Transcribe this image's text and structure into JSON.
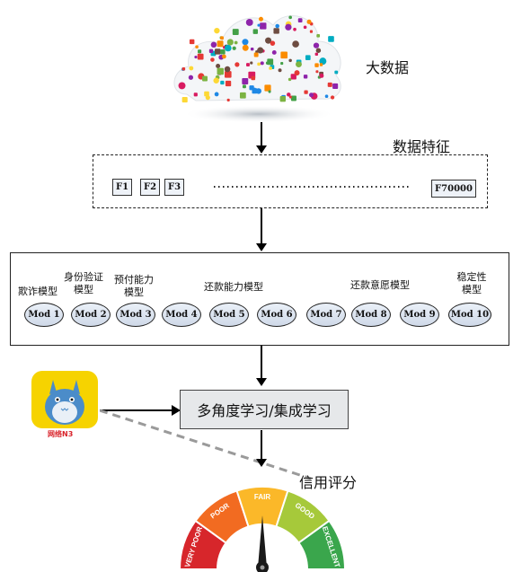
{
  "big_data_label": "大数据",
  "features": {
    "title": "数据特征",
    "items": [
      "F1",
      "F2",
      "F3"
    ],
    "last": "F70000"
  },
  "model_categories": [
    {
      "id": "fraud",
      "text": "欺诈模型"
    },
    {
      "id": "identity",
      "text": "身份验证\n模型"
    },
    {
      "id": "prepay",
      "text": "预付能力\n模型"
    },
    {
      "id": "repay-ability",
      "text": "还款能力模型"
    },
    {
      "id": "repay-willingness",
      "text": "还款意愿模型"
    },
    {
      "id": "stability",
      "text": "稳定性\n模型"
    }
  ],
  "mods": [
    "Mod 1",
    "Mod 2",
    "Mod 3",
    "Mod 4",
    "Mod 5",
    "Mod 6",
    "Mod 7",
    "Mod 8",
    "Mod 9",
    "Mod 10"
  ],
  "learning": "多角度学习/集成学习",
  "credit_score_label": "信用评分",
  "app_badge": "网络N3",
  "gauge": {
    "segments": [
      "VERY POOR",
      "POOR",
      "FAIR",
      "GOOD",
      "EXCELLENT"
    ],
    "colors": [
      "#d7262b",
      "#f26b21",
      "#fbb829",
      "#a6c93a",
      "#3aa64c"
    ]
  }
}
